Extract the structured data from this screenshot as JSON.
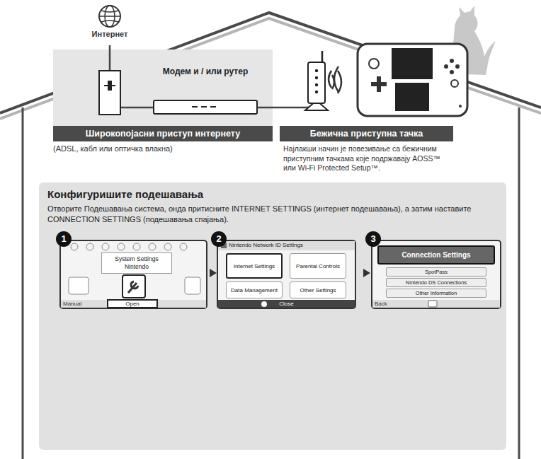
{
  "diagram": {
    "nodes": [
      {
        "text": [
          "Интернет"
        ]
      },
      {
        "text": [
          "Широкопојасни приступ интернету",
          "(ADSL, кабл или оптичка влакна)"
        ]
      },
      {
        "text": [
          "Модем и / или рутер"
        ],
        "in": 1
      },
      {
        "text": [
          "Бежична приступна тачка",
          "Најлакши начин је повезивање са бежичним приступним тачкама које подржавају AOSS™ или Wi-Fi Protected Setup™."
        ]
      },
      {
        "text": [
          "Конфигуришите подешавања",
          "Отворите Подешавања система, онда притисните INTERNET SETTINGS (интернет подешавања), а затим наставите CONNECTION SETTINGS (подешавања спајања)."
        ]
      },
      {
        "text": [
          "System Settings Nintendo",
          "Manual",
          "Open"
        ],
        "in": 4
      },
      {
        "text": [
          "Nintendo Network ID Settings",
          "Close"
        ],
        "in": 4
      },
      {
        "text": [
          "Internet Settings"
        ],
        "in": 6
      },
      {
        "text": [
          "Parental Controls"
        ],
        "in": 6
      },
      {
        "text": [
          "Data Management"
        ],
        "in": 6
      },
      {
        "text": [
          "Other Settings"
        ],
        "in": 6
      },
      {
        "text": [
          "Back"
        ],
        "in": 4
      },
      {
        "text": [
          "Connection Settings"
        ],
        "in": 11
      },
      {
        "text": [
          "SpotPass"
        ],
        "in": 11
      },
      {
        "text": [
          "Nintendo DS Connections"
        ],
        "in": 11
      },
      {
        "text": [
          "Other Information"
        ],
        "in": 11
      }
    ],
    "edges": [
      {
        "from": 0,
        "to": 2,
        "arrow": "none"
      },
      {
        "from": 2,
        "to": 3,
        "arrow": "none"
      }
    ],
    "labels": [
      "1",
      "2",
      "3"
    ]
  }
}
